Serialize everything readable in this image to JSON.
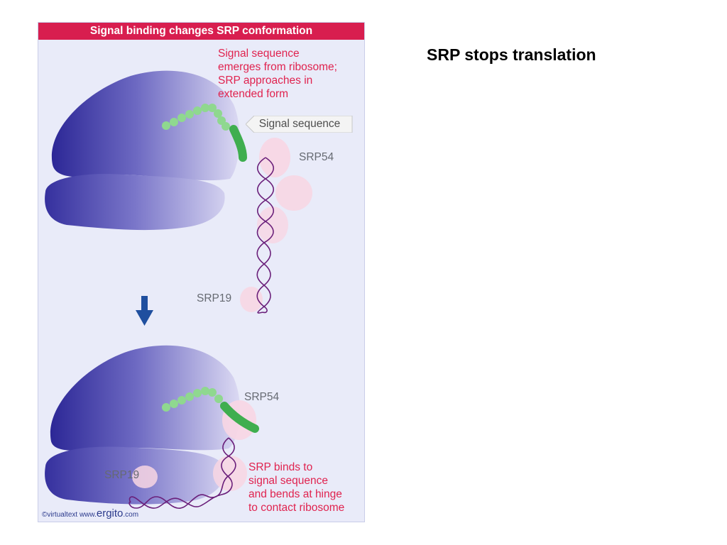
{
  "figure": {
    "banner": "Signal binding changes SRP conformation",
    "top_caption": "Signal sequence\nemerges from ribosome;\nSRP approaches in\nextended form",
    "signal_arrow_label": "Signal sequence",
    "srp54_top": "SRP54",
    "srp19_top": "SRP19",
    "srp54_bottom": "SRP54",
    "srp19_bottom": "SRP19",
    "bottom_caption": "SRP binds to\nsignal sequence\nand bends at hinge\nto contact ribosome",
    "credit": {
      "copyright": "©virtualtext",
      "www": "www.",
      "brand": "ergito",
      "dotcom": ".com"
    }
  },
  "slide": {
    "title": "SRP stops translation"
  },
  "colors": {
    "banner": "#d81e4f",
    "caption_red": "#e0234f",
    "ribosome_dark": "#2f2a9a",
    "ribosome_light": "#d9d7f2",
    "signal_green": "#3fae4f",
    "nascent_green": "#8fd88f",
    "rna_purple": "#6a1f7a",
    "protein_pink": "#f8d6e3",
    "arrow_blue": "#1f4f9f"
  }
}
